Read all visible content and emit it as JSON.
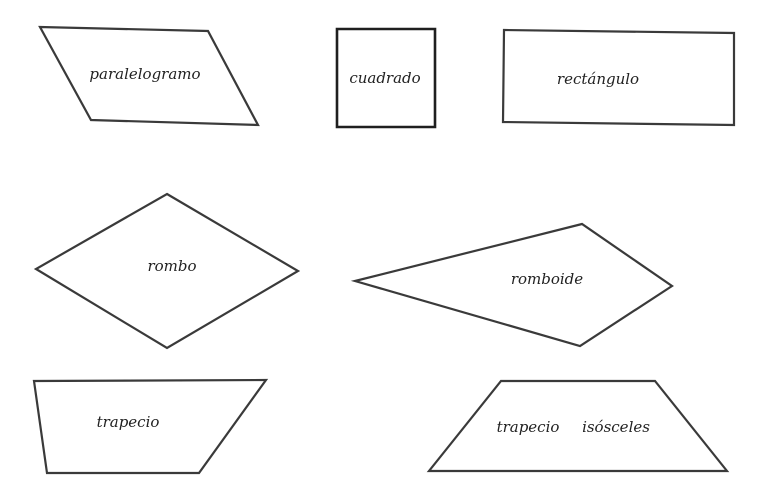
{
  "shapes": {
    "paralelogramo": "paralelogramo",
    "cuadrado": "cuadrado",
    "rectangulo": "rectángulo",
    "rombo": "rombo",
    "romboide": "romboide",
    "trapecio": "trapecio",
    "trapecio_isosceles_word1": "trapecio",
    "trapecio_isosceles_word2": "isósceles"
  }
}
